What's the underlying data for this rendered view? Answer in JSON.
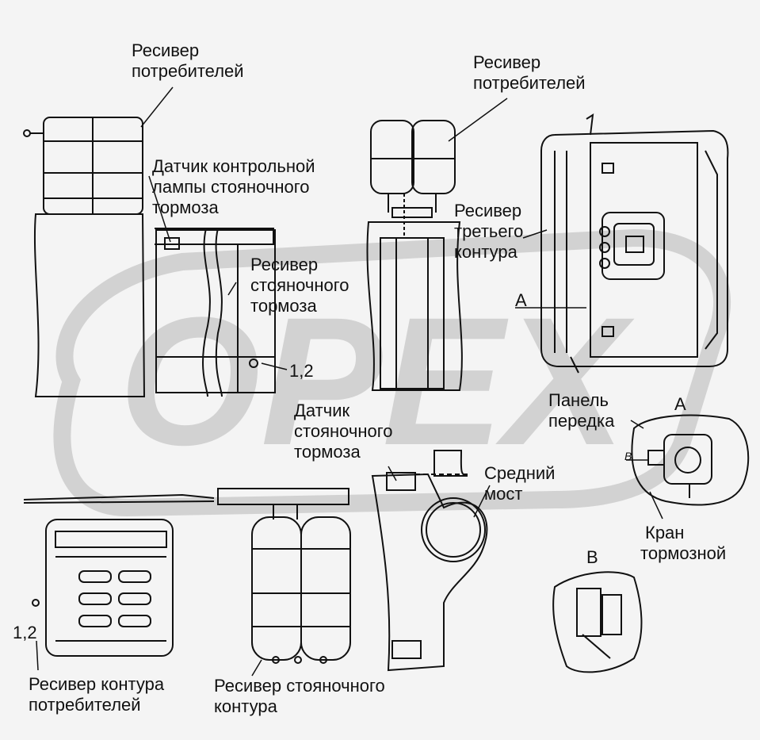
{
  "labels": {
    "receiver_consumers_left": [
      "Ресивер",
      "потребителей"
    ],
    "receiver_consumers_right": [
      "Ресивер",
      "потребителей"
    ],
    "parking_lamp_sensor": [
      "Датчик контрольной",
      "лампы стояночного",
      "тормоза"
    ],
    "receiver_third_circuit": [
      "Ресивер",
      "третьего",
      "контура"
    ],
    "receiver_parking_brake": [
      "Ресивер",
      "стояночного",
      "тормоза"
    ],
    "ref_1_2_a": "1,2",
    "ref_1_2_b": "1,2",
    "parking_brake_sensor": [
      "Датчик",
      "стояночного",
      "тормоза"
    ],
    "front_panel": [
      "Панель",
      "передка"
    ],
    "view_a_marker": "А",
    "view_a_title": "А",
    "view_b_marker": "В",
    "view_b_title": "В",
    "middle_axle": [
      "Средний",
      "мост"
    ],
    "brake_valve": [
      "Кран",
      "тормозной"
    ],
    "receiver_consumer_circuit": [
      "Ресивер контура",
      "потребителей"
    ],
    "receiver_parking_circuit": [
      "Ресивер стояночного",
      "контура"
    ]
  },
  "watermark": {
    "text": "OPEX",
    "color": "#d2d2d2"
  },
  "colors": {
    "ink": "#111111",
    "paper": "#f4f4f4"
  }
}
